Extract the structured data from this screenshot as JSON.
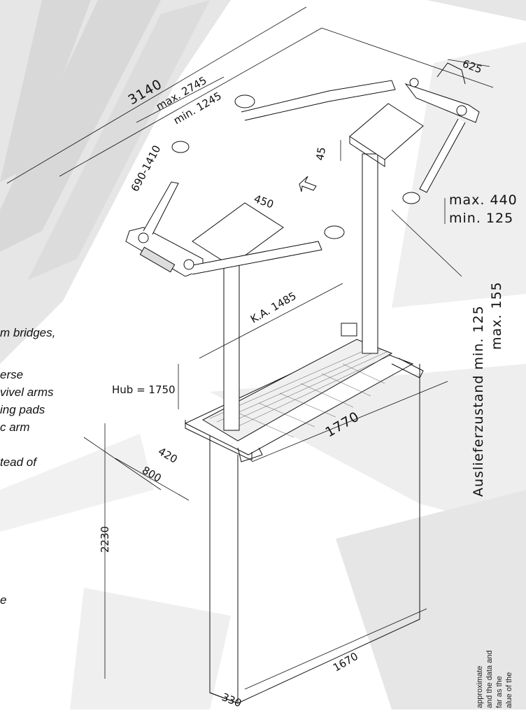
{
  "side_text": {
    "line1": "m bridges,",
    "line2": "erse",
    "line3": "vivel arms",
    "line4": "ing pads",
    "line5": "c arm",
    "line6": "tead of",
    "line7": "e"
  },
  "note_lines": [
    "approximate",
    "and the data and",
    "far as the",
    "alue of the"
  ],
  "dimensions": {
    "overall_width": "3140",
    "max_arm_span": "max. 2745",
    "min_arm_span": "min. 1245",
    "short_arm_range": "690-1410",
    "column_offset": "625",
    "pad_step": "45",
    "pad_height_max": "max. 440",
    "pad_height_min": "min. 125",
    "platform_width": "450",
    "clear_width": "K.A. 1485",
    "lift_stroke": "Hub = 1750",
    "base_length": "1770",
    "base_depth_inner": "420",
    "base_depth_outer": "800",
    "column_height": "2230",
    "pit_length": "1670",
    "pit_width": "330",
    "delivery_min": "Auslieferzustand min. 125",
    "delivery_max": "max. 155"
  }
}
